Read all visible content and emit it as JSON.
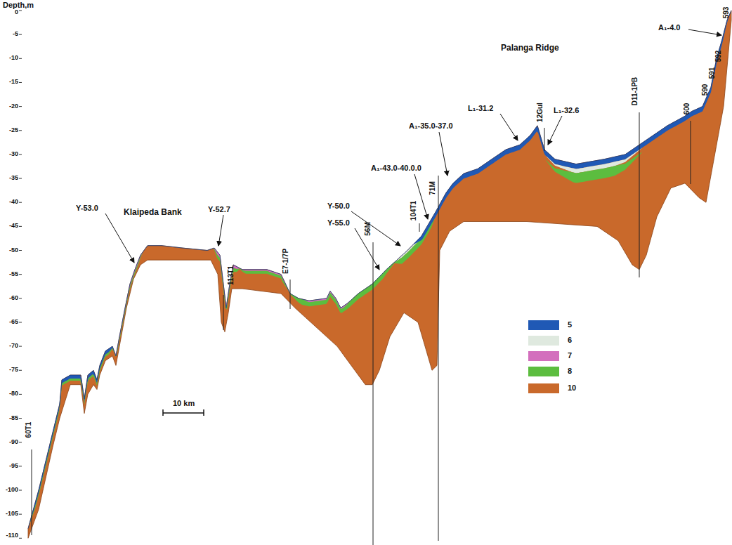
{
  "diagram": {
    "labels": [
      "Depth,m",
      "0",
      "-5",
      "-10",
      "-15",
      "-20",
      "-25",
      "-30",
      "-35",
      "-40",
      "-45",
      "-50",
      "-55",
      "-60",
      "-65",
      "-70",
      "-75",
      "-80",
      "-85",
      "-90",
      "-95",
      "-100",
      "-105",
      "-110",
      "Klaipeda Bank",
      "Palanga Ridge",
      "Y-53.0",
      "Y-52.7",
      "Y-50.0",
      "Y-55.0",
      "A₁-43.0-40.0.0",
      "A₁-35.0-37.0",
      "L₁-31.2",
      "L₁-32.6",
      "A₁-4.0",
      "60T1",
      "113T1",
      "E7-1/7P",
      "56M",
      "104T1",
      "71M",
      "12Gul",
      "D11-1PB",
      "600",
      "590",
      "591",
      "592",
      "593",
      "10 km"
    ],
    "legend": [
      {
        "text": "5",
        "color": "#2059b5"
      },
      {
        "text": "6",
        "color": "#dfe9df"
      },
      {
        "text": "7",
        "color": "#d36fbd"
      },
      {
        "text": "8",
        "color": "#5cbd3f"
      },
      {
        "text": "10",
        "color": "#c9692b"
      }
    ]
  }
}
